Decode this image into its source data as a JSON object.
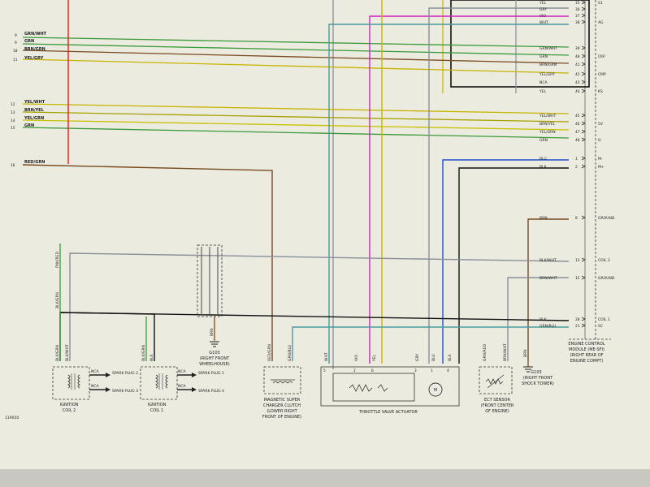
{
  "wire_colors": {
    "red": "#e02020",
    "green": "#3a9a3a",
    "yellow": "#c8b400",
    "magenta": "#d020c0",
    "blue": "#2050d0",
    "black": "#111111",
    "gray": "#8a8f99",
    "brown": "#7a4a20",
    "teal": "#4a9aa0"
  },
  "left_wires": [
    {
      "num": "9",
      "label": "GRN/WHT"
    },
    {
      "num": "9",
      "label": "GRN"
    },
    {
      "num": "10",
      "label": "BRN/GRN"
    },
    {
      "num": "11",
      "label": "YEL/GRY"
    },
    {
      "num": "12",
      "label": "YEL/WHT"
    },
    {
      "num": "13",
      "label": "BRN/YEL"
    },
    {
      "num": "14",
      "label": "YEL/GRN"
    },
    {
      "num": "15",
      "label": "GRN"
    },
    {
      "num": "16",
      "label": "RED/GRN"
    }
  ],
  "ecm_pins": [
    {
      "pin": "35",
      "label": "YEL",
      "signal": "S1"
    },
    {
      "pin": "36",
      "label": "GRY",
      "signal": ""
    },
    {
      "pin": "37",
      "label": "VIO",
      "signal": ""
    },
    {
      "pin": "38",
      "label": "WHT",
      "signal": "AG"
    },
    {
      "pin": "39",
      "label": "GRN/WHT",
      "signal": ""
    },
    {
      "pin": "40",
      "label": "GRN",
      "signal": "CKP"
    },
    {
      "pin": "41",
      "label": "BRN/GRN",
      "signal": ""
    },
    {
      "pin": "42",
      "label": "YEL/GRY",
      "signal": "CMP"
    },
    {
      "pin": "43",
      "label": "NCA",
      "signal": ""
    },
    {
      "pin": "44",
      "label": "YEL",
      "signal": "KS"
    },
    {
      "pin": "45",
      "label": "YEL/WHT",
      "signal": ""
    },
    {
      "pin": "46",
      "label": "BRN/YEL",
      "signal": "5V"
    },
    {
      "pin": "47",
      "label": "YEL/GRN",
      "signal": ""
    },
    {
      "pin": "48",
      "label": "GRN",
      "signal": "O"
    },
    {
      "pin": "1",
      "label": "BLU",
      "signal": "M-"
    },
    {
      "pin": "2",
      "label": "BLK",
      "signal": "M+"
    },
    {
      "pin": "8",
      "label": "BRN",
      "signal": "GROUND"
    },
    {
      "pin": "13",
      "label": "BLK/WHT",
      "signal": "COIL 2"
    },
    {
      "pin": "15",
      "label": "BRN/WHT",
      "signal": "GROUND"
    },
    {
      "pin": "20",
      "label": "BLK",
      "signal": "COIL 1"
    },
    {
      "pin": "21",
      "label": "GRN/BLU",
      "signal": "SC"
    }
  ],
  "ecm_caption": [
    "ENGINE CONTROL",
    "MODULE (ME-SFI)",
    "(RIGHT REAR OF",
    "ENGINE COMPT)"
  ],
  "coil2": {
    "caption": [
      "IGNITION",
      "COIL 2"
    ],
    "wires": [
      "BLK/GRN",
      "BLK/WHT"
    ],
    "plugs": [
      "SPARK PLUG 2",
      "SPARK PLUG 3"
    ],
    "nca": "NCA"
  },
  "coil1": {
    "caption": [
      "IGNITION",
      "COIL 1"
    ],
    "wires": [
      "BLK/GRN",
      "BLK"
    ],
    "plugs": [
      "SPARK PLUG 1",
      "SPARK PLUG 4"
    ],
    "nca": "NCA"
  },
  "ground_g103": {
    "id": "G103",
    "desc": [
      "(RIGHT FRONT",
      "WHEELHOUSE)"
    ],
    "wire": "BRN"
  },
  "clutch": {
    "caption": [
      "MAGNETIC SUPER",
      "CHARGER CLUTCH",
      "(LOWER RIGHT",
      "FRONT OF ENGINE)"
    ],
    "wires": [
      "RED/GRN",
      "GRN/BLU"
    ]
  },
  "throttle": {
    "caption": "THROTTLE VALVE ACTUATOR",
    "wires": [
      "WHT",
      "VIO",
      "YEL",
      "GRY",
      "BLU",
      "BLK"
    ],
    "pins": [
      "5",
      "2",
      "6",
      "3",
      "1",
      "4"
    ]
  },
  "ect": {
    "caption": [
      "ECT SENSOR",
      "(FRONT CENTER",
      "OF ENGINE)"
    ],
    "wires": [
      "GRN/RED",
      "BRN/WHT"
    ]
  },
  "ground_g103b": {
    "id": "G103",
    "desc": [
      "(RIGHT FRONT",
      "SHOCK TOWER)"
    ],
    "wire": "BRN"
  },
  "pwr_label": "PNK/RED",
  "left_vert_labels": [
    "BLK/GRN"
  ],
  "figure_id": "119050"
}
